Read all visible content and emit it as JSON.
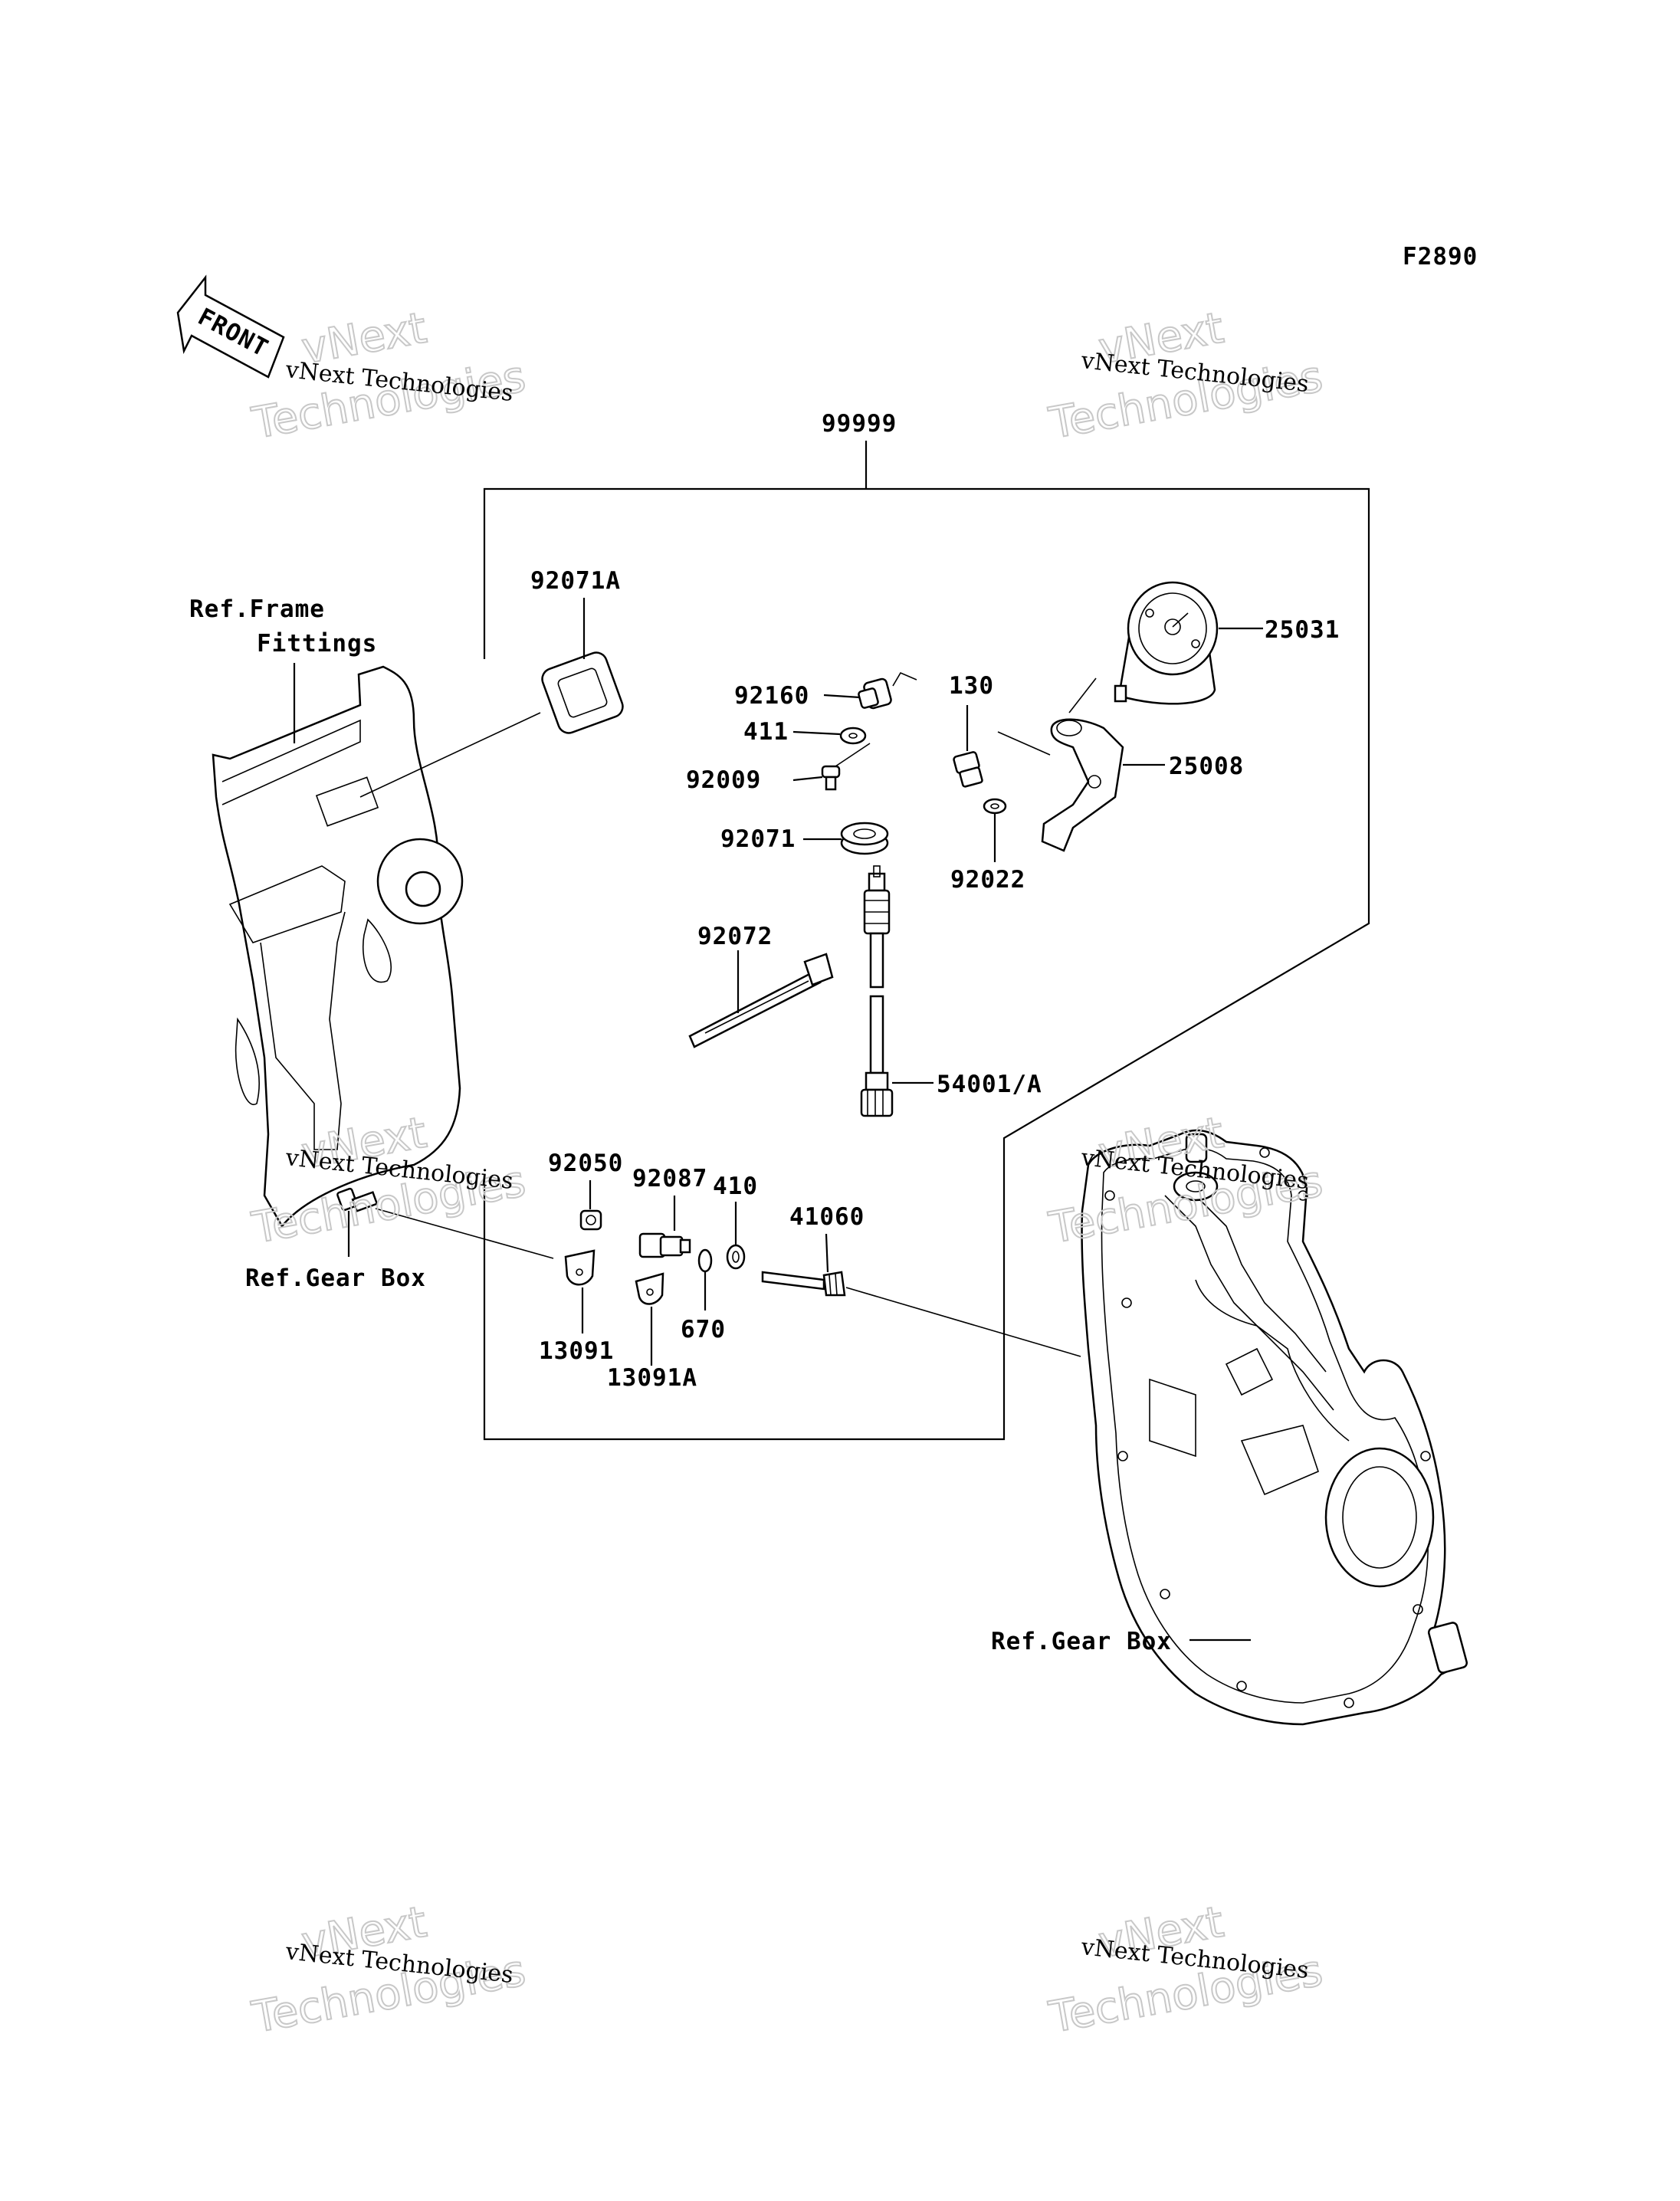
{
  "figure_code": "F2890",
  "front_label": "FRONT",
  "assembly_label": "99999",
  "refs": {
    "frame_line1": "Ref.Frame",
    "frame_line2": "Fittings",
    "gear_box_left": "Ref.Gear Box",
    "gear_box_right": "Ref.Gear Box"
  },
  "parts": {
    "p92071A": "92071A",
    "p92160": "92160",
    "p411": "411",
    "p92009": "92009",
    "p92071": "92071",
    "p92072": "92072",
    "p130": "130",
    "p25031": "25031",
    "p25008": "25008",
    "p92022": "92022",
    "p54001A": "54001/A",
    "p92050": "92050",
    "p92087": "92087",
    "p410": "410",
    "p41060": "41060",
    "p670": "670",
    "p13091": "13091",
    "p13091A": "13091A"
  },
  "watermark": {
    "line_small": "vNext Technologies",
    "line_top": "vNext",
    "line_bottom": "Technologies"
  }
}
